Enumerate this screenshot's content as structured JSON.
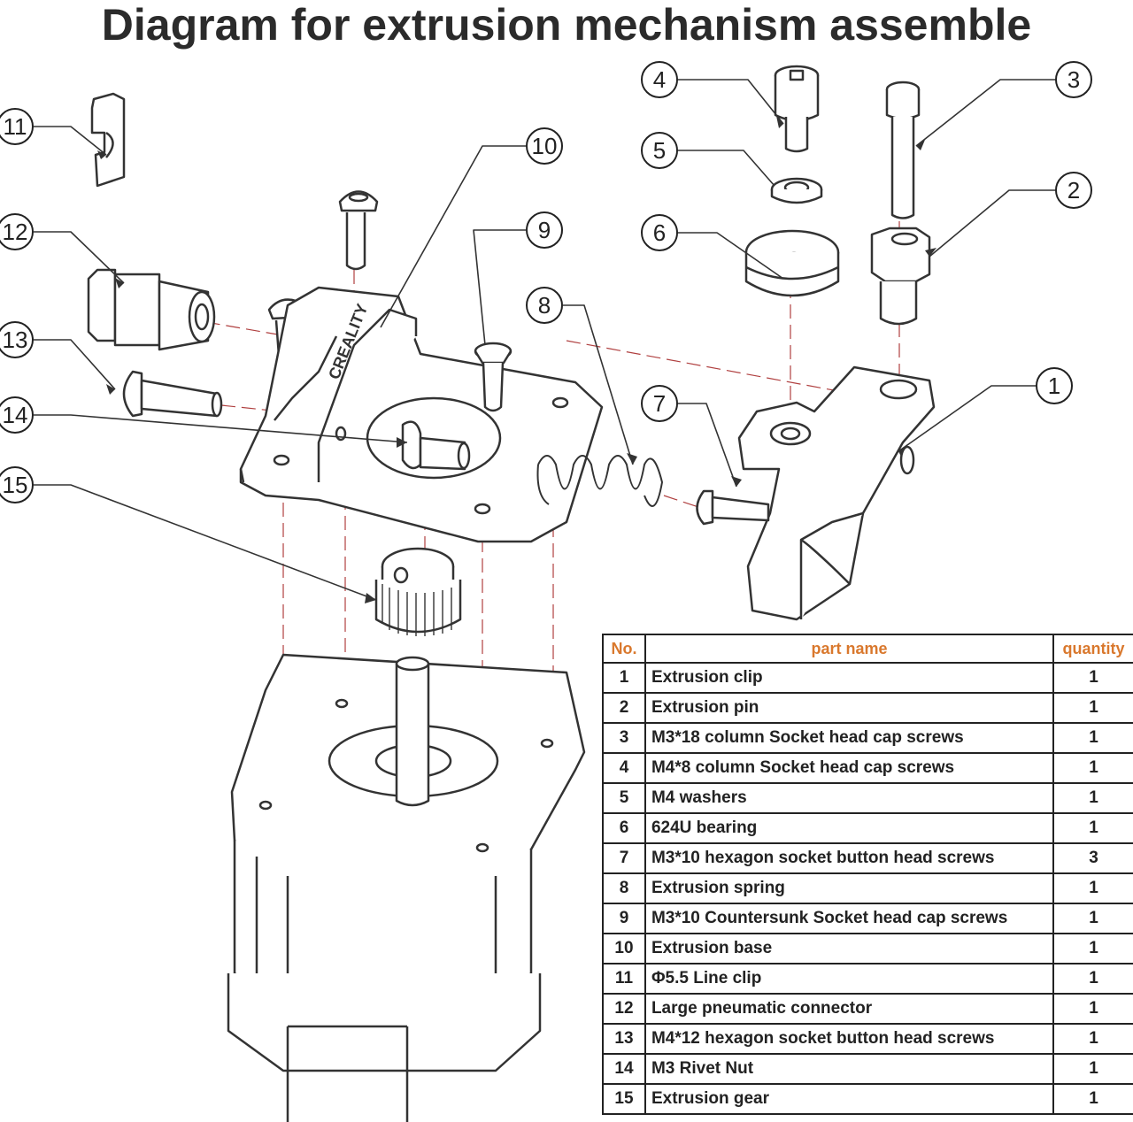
{
  "title": "Diagram for extrusion mechanism assemble",
  "callouts": [
    "1",
    "2",
    "3",
    "4",
    "5",
    "6",
    "7",
    "8",
    "9",
    "10",
    "11",
    "12",
    "13",
    "14",
    "15"
  ],
  "brand_text": "CREALITY",
  "colors": {
    "line": "#333333",
    "guide": "#b04040",
    "header": "#d9782d"
  },
  "table": {
    "headers": {
      "no": "No.",
      "name": "part name",
      "qty": "quantity"
    },
    "rows": [
      {
        "no": "1",
        "name": "Extrusion clip",
        "qty": "1"
      },
      {
        "no": "2",
        "name": "Extrusion pin",
        "qty": "1"
      },
      {
        "no": "3",
        "name": "M3*18 column Socket head cap screws",
        "qty": "1"
      },
      {
        "no": "4",
        "name": "M4*8 column Socket head cap screws",
        "qty": "1"
      },
      {
        "no": "5",
        "name": "M4 washers",
        "qty": "1"
      },
      {
        "no": "6",
        "name": "624U bearing",
        "qty": "1"
      },
      {
        "no": "7",
        "name": "M3*10 hexagon socket button head screws",
        "qty": "3"
      },
      {
        "no": "8",
        "name": "Extrusion spring",
        "qty": "1"
      },
      {
        "no": "9",
        "name": "M3*10 Countersunk Socket head cap screws",
        "qty": "1"
      },
      {
        "no": "10",
        "name": "Extrusion base",
        "qty": "1"
      },
      {
        "no": "11",
        "name": "Φ5.5 Line clip",
        "qty": "1"
      },
      {
        "no": "12",
        "name": "Large pneumatic connector",
        "qty": "1"
      },
      {
        "no": "13",
        "name": "M4*12 hexagon socket button head screws",
        "qty": "1"
      },
      {
        "no": "14",
        "name": "M3 Rivet Nut",
        "qty": "1"
      },
      {
        "no": "15",
        "name": "Extrusion gear",
        "qty": "1"
      }
    ]
  }
}
